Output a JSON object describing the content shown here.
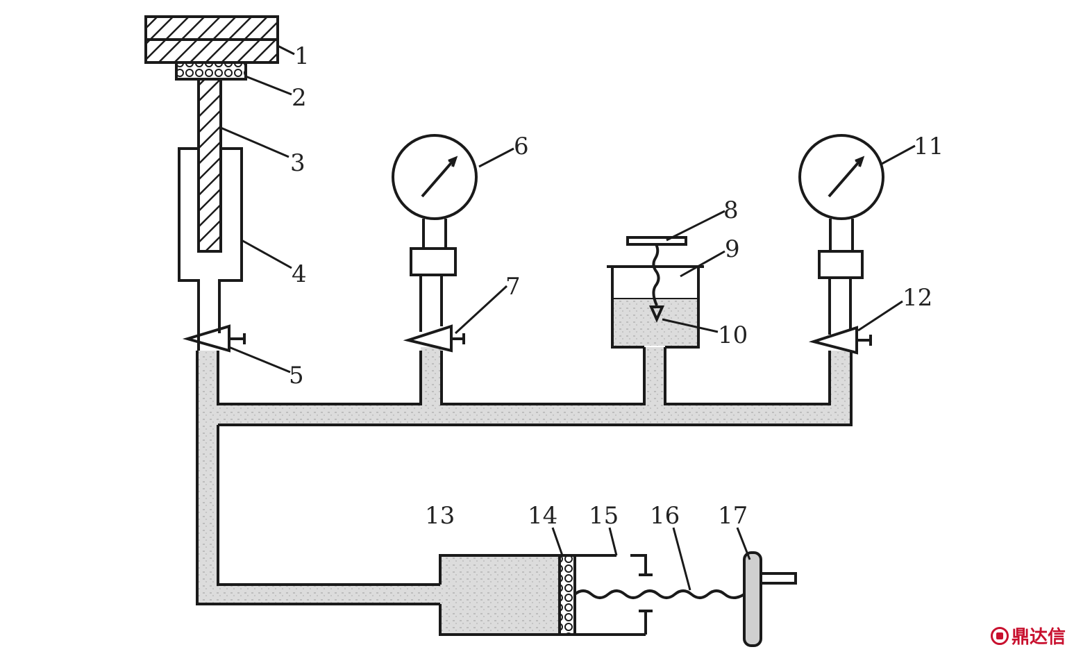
{
  "labels": [
    "1",
    "2",
    "3",
    "4",
    "5",
    "6",
    "7",
    "8",
    "9",
    "10",
    "11",
    "12",
    "13",
    "14",
    "15",
    "16",
    "17"
  ],
  "watermark": {
    "text": "鼎达信",
    "logo": "dingdaxin-logo-icon",
    "color": "#c8102e"
  },
  "colors": {
    "line": "#1a1a1a",
    "fluid": "#d6d6d6",
    "background": "#ffffff"
  }
}
